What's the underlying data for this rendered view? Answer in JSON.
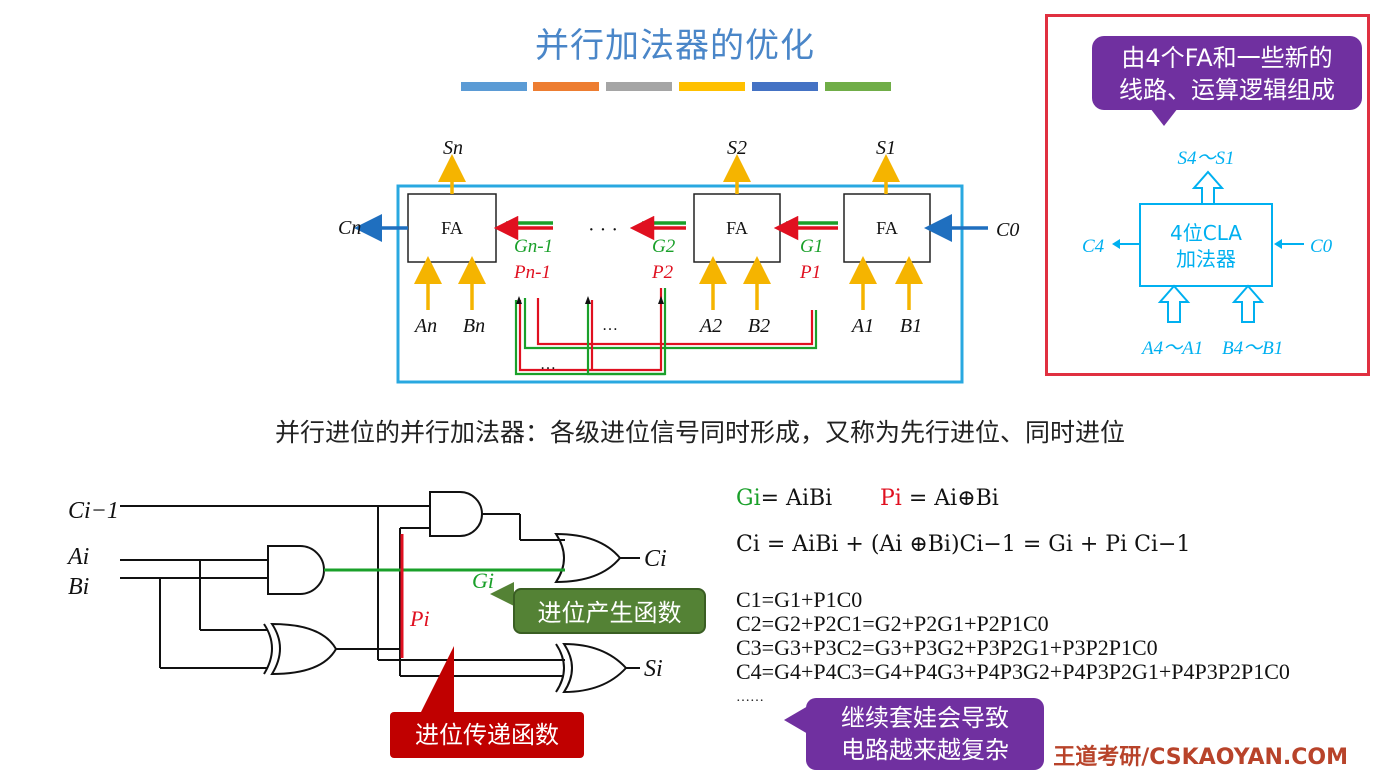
{
  "title": "并行加法器的优化",
  "stripe_colors": [
    "#5b9bd5",
    "#ed7d31",
    "#a5a5a5",
    "#ffc000",
    "#4472c4",
    "#70ad47"
  ],
  "top_diagram": {
    "fa_label": "FA",
    "sums": [
      "Sn",
      "S2",
      "S1"
    ],
    "carry_out": "Cn",
    "carry_in": "C0",
    "generate_labels": [
      "Gn-1",
      "G2",
      "G1"
    ],
    "propagate_labels": [
      "Pn-1",
      "P2",
      "P1"
    ],
    "inputs": [
      "An",
      "Bn",
      "A2",
      "B2",
      "A1",
      "B1"
    ],
    "ellipsis": "· · ·",
    "ellipsis_small": "…"
  },
  "cla_box": {
    "callout": [
      "由4个FA和一些新的",
      "线路、运算逻辑组成"
    ],
    "label": [
      "4位CLA",
      "加法器"
    ],
    "sum_out": "S4～S1",
    "c4": "C4",
    "c0": "C0",
    "a_in": "A4～A1",
    "b_in": "B4～B1"
  },
  "subtitle": "并行进位的并行加法器：各级进位信号同时形成，又称为先行进位、同时进位",
  "circuit": {
    "cin": "Ci−1",
    "a": "Ai",
    "b": "Bi",
    "cout": "Ci",
    "s": "Si",
    "g": "Gi",
    "p": "Pi",
    "generate_callout": "进位产生函数",
    "propagate_callout": "进位传递函数"
  },
  "formulas": {
    "line1_g": "Gi= AiBi",
    "line1_p": "Pi = Ai⊕Bi",
    "line2": "Ci = AiBi + (Ai ⊕Bi)Ci−1 = Gi + Pi Ci−1",
    "c1": "C1=G1+P1C0",
    "c2": "C2=G2+P2C1=G2+P2G1+P2P1C0",
    "c3": "C3=G3+P3C2=G3+P3G2+P3P2G1+P3P2P1C0",
    "c4": "C4=G4+P4C3=G4+P4G3+P4P3G2+P4P3P2G1+P4P3P2P1C0",
    "dots": "……"
  },
  "nesting_callout": [
    "继续套娃会导致",
    "电路越来越复杂"
  ],
  "footer": "王道考研/CSKAOYAN.COM",
  "colors": {
    "title": "#4a86c8",
    "red": "#e01020",
    "green": "#1aa02a",
    "orange": "#f5b400",
    "blue_arrow": "#1f6fbf",
    "cla_cyan": "#00b0f0",
    "purple": "#7030a0",
    "dark_green_callout": "#548235",
    "dark_red_callout": "#c00000"
  }
}
